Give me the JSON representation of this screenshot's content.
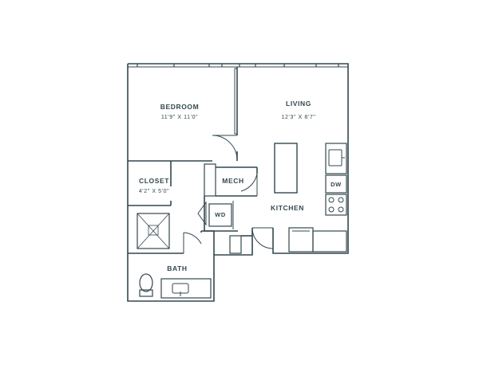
{
  "floorplan": {
    "rooms": {
      "bedroom": {
        "name": "BEDROOM",
        "dimensions": "11'9\" X 11'0\""
      },
      "living": {
        "name": "LIVING",
        "dimensions": "12'3\" X 8'7\""
      },
      "closet": {
        "name": "CLOSET",
        "dimensions": "4'2\" X 5'0\""
      },
      "mech": {
        "name": "MECH"
      },
      "kitchen": {
        "name": "KITCHEN"
      },
      "bath": {
        "name": "BATH"
      }
    },
    "appliances": {
      "washer_dryer": "WD",
      "dishwasher": "DW"
    },
    "colors": {
      "wall": "#33474e",
      "background": "#ffffff"
    }
  }
}
